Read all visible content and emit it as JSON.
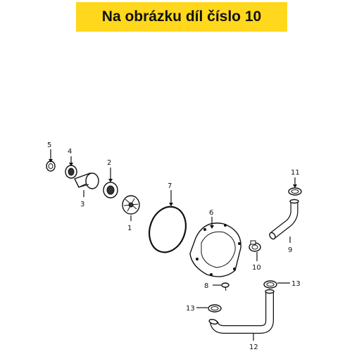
{
  "header": {
    "title": "Na obrázku díl číslo 10"
  },
  "callouts": {
    "c1": "1",
    "c2": "2",
    "c3": "3",
    "c4": "4",
    "c5": "5",
    "c6": "6",
    "c7": "7",
    "c8": "8",
    "c9": "9",
    "c10": "10",
    "c11": "11",
    "c12": "12",
    "c13a": "13",
    "c13b": "13"
  },
  "colors": {
    "banner": "#ffd71c",
    "ink": "#111111"
  }
}
